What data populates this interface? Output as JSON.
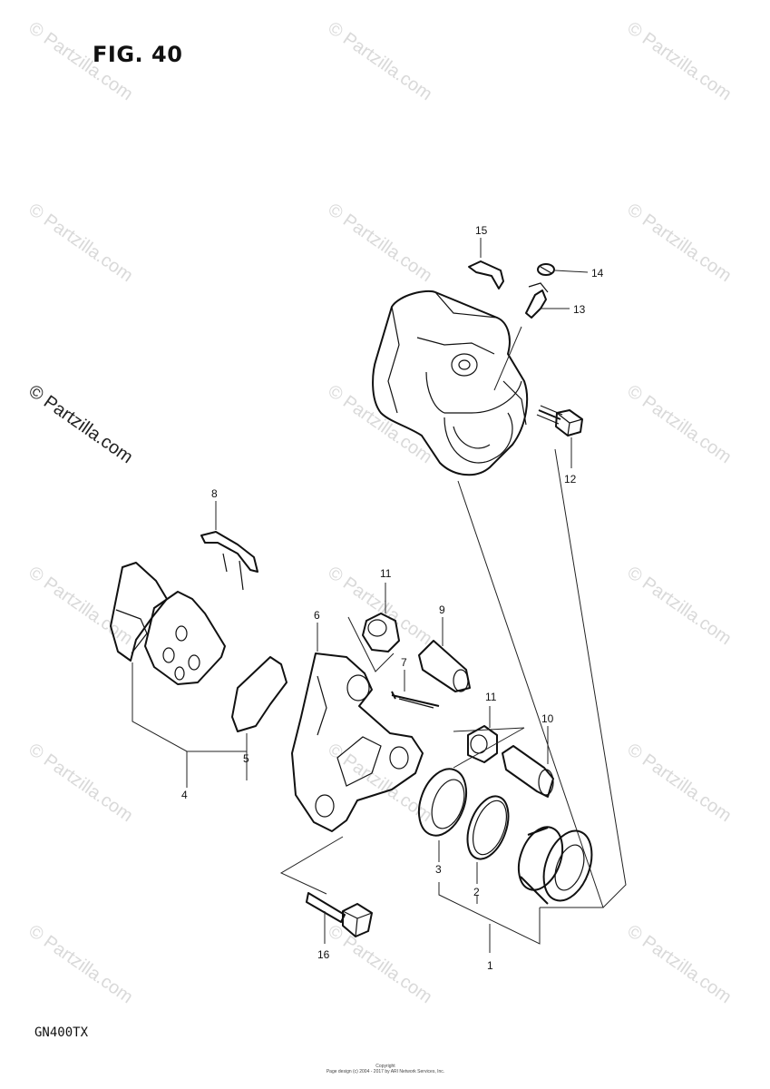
{
  "figure": {
    "title": "FIG. 40",
    "model": "GN400TX"
  },
  "watermark": {
    "text": "© Partzilla.com"
  },
  "footer": {
    "line1": "Copyright",
    "line2": "Page design (c) 2004 - 2017 by ARI Network Services, Inc."
  },
  "callouts": [
    {
      "id": "1",
      "label": "1"
    },
    {
      "id": "2",
      "label": "2"
    },
    {
      "id": "3",
      "label": "3"
    },
    {
      "id": "4",
      "label": "4"
    },
    {
      "id": "5",
      "label": "5"
    },
    {
      "id": "6",
      "label": "6"
    },
    {
      "id": "7",
      "label": "7"
    },
    {
      "id": "8",
      "label": "8"
    },
    {
      "id": "9",
      "label": "9"
    },
    {
      "id": "10",
      "label": "10"
    },
    {
      "id": "11a",
      "label": "11"
    },
    {
      "id": "11b",
      "label": "11"
    },
    {
      "id": "12",
      "label": "12"
    },
    {
      "id": "13",
      "label": "13"
    },
    {
      "id": "14",
      "label": "14"
    },
    {
      "id": "15",
      "label": "15"
    },
    {
      "id": "16",
      "label": "16"
    }
  ]
}
